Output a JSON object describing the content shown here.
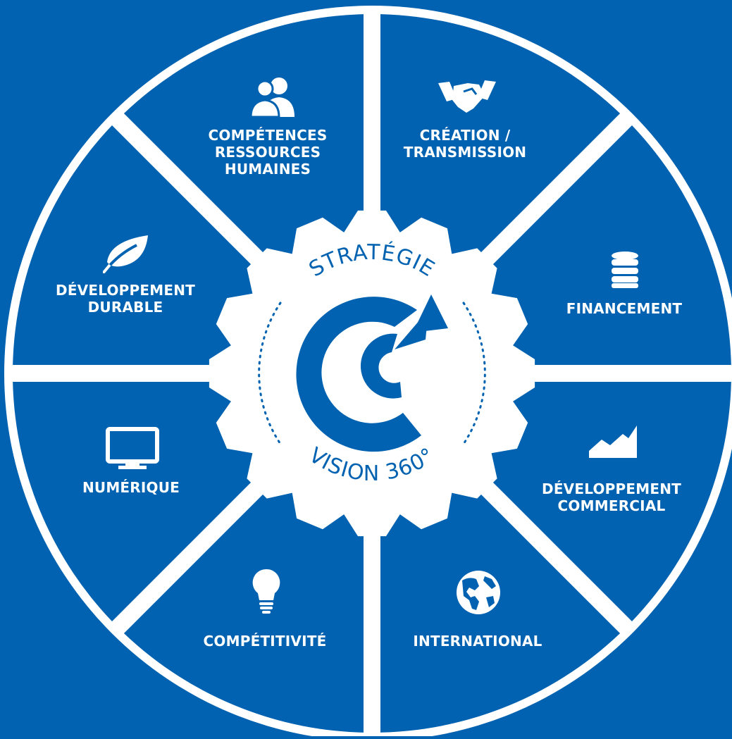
{
  "colors": {
    "background": "#0062b0",
    "segment": "#0062b0",
    "divider": "#ffffff",
    "gear": "#ffffff",
    "logo": "#0062b0"
  },
  "center": {
    "top_text": "STRATÉGIE",
    "bottom_text": "VISION 360°",
    "logo_icon": "cci-logo-icon"
  },
  "segments": [
    {
      "id": "competences",
      "label": "COMPÉTENCES\nRESSOURCES\nHUMAINES",
      "icon": "people-icon"
    },
    {
      "id": "creation",
      "label": "CRÉATION /\nTRANSMISSION",
      "icon": "handshake-icon"
    },
    {
      "id": "financement",
      "label": "FINANCEMENT",
      "icon": "coins-icon"
    },
    {
      "id": "dev-commercial",
      "label": "DÉVELOPPEMENT\nCOMMERCIAL",
      "icon": "chart-icon"
    },
    {
      "id": "international",
      "label": "INTERNATIONAL",
      "icon": "globe-icon"
    },
    {
      "id": "competitivite",
      "label": "COMPÉTITIVITÉ",
      "icon": "lightbulb-icon"
    },
    {
      "id": "numerique",
      "label": "NUMÉRIQUE",
      "icon": "monitor-icon"
    },
    {
      "id": "dev-durable",
      "label": "DÉVELOPPEMENT\nDURABLE",
      "icon": "leaf-icon"
    }
  ]
}
